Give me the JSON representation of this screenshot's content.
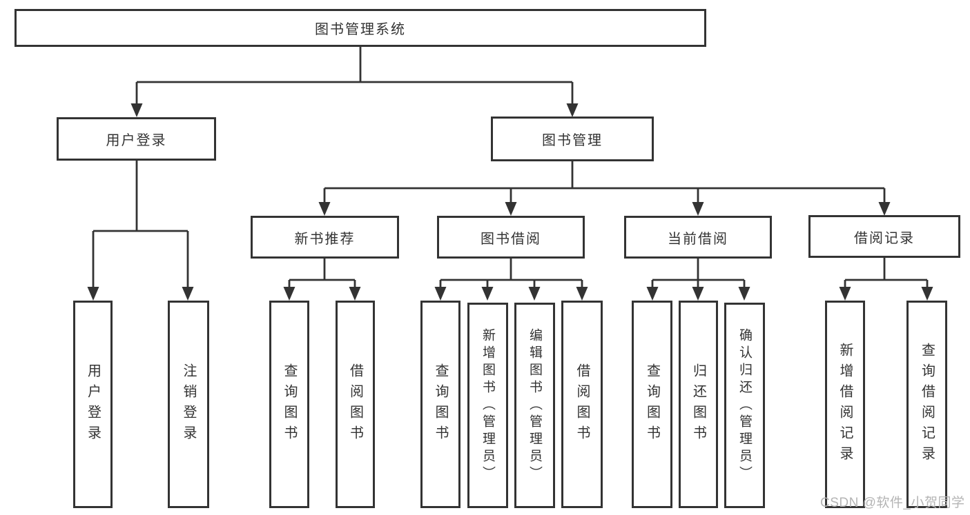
{
  "tree": {
    "root": {
      "label": "图书管理系统"
    },
    "children": [
      {
        "label": "用户登录",
        "children": [
          {
            "label": "用户登录"
          },
          {
            "label": "注销登录"
          }
        ]
      },
      {
        "label": "图书管理",
        "children": [
          {
            "label": "新书推荐",
            "children": [
              {
                "label": "查询图书"
              },
              {
                "label": "借阅图书"
              }
            ]
          },
          {
            "label": "图书借阅",
            "children": [
              {
                "label": "查询图书"
              },
              {
                "label": "新增图书（管理员）"
              },
              {
                "label": "编辑图书（管理员）"
              },
              {
                "label": "借阅图书"
              }
            ]
          },
          {
            "label": "当前借阅",
            "children": [
              {
                "label": "查询图书"
              },
              {
                "label": "归还图书"
              },
              {
                "label": "确认归还（管理员）"
              }
            ]
          },
          {
            "label": "借阅记录",
            "children": [
              {
                "label": "新增借阅记录"
              },
              {
                "label": "查询借阅记录"
              }
            ]
          }
        ]
      }
    ]
  },
  "watermark": {
    "text": "CSDN @软件_小贺同学"
  },
  "colors": {
    "line": "#333333",
    "text": "#333333",
    "watermark": "#b4b4b4",
    "background": "#ffffff"
  }
}
